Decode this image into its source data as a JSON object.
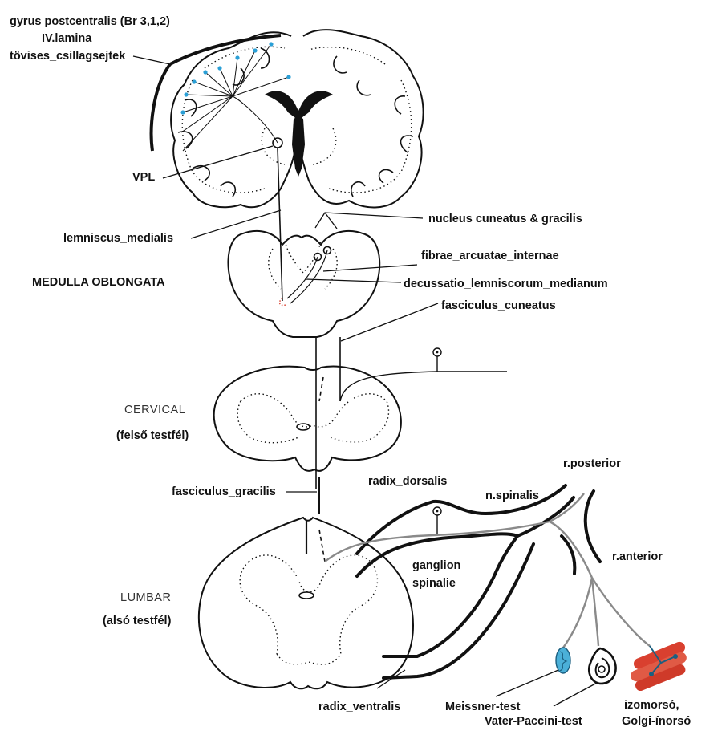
{
  "labels": {
    "gyrus": "gyrus postcentralis (Br 3,1,2)",
    "lamina": "IV.lamina",
    "csillag": "tövises_csillagsejtek",
    "vpl": "VPL",
    "lemniscus": "lemniscus_medialis",
    "nucleus": "nucleus cuneatus & gracilis",
    "fibrae": "fibrae_arcuatae_internae",
    "medulla": "MEDULLA OBLONGATA",
    "decussatio": "decussatio_lemniscorum_medianum",
    "fasc_cuneatus": "fasciculus_cuneatus",
    "cervical": "CERVICAL",
    "felso": "(felső testfél)",
    "fasc_gracilis": "fasciculus_gracilis",
    "radix_dorsalis": "radix_dorsalis",
    "r_posterior": "r.posterior",
    "n_spinalis": "n.spinalis",
    "r_anterior": "r.anterior",
    "ganglion_1": "ganglion",
    "ganglion_2": "spinalie",
    "lumbar": "LUMBAR",
    "also": "(alsó testfél)",
    "radix_ventralis": "radix_ventralis",
    "meissner": "Meissner-test",
    "vater": "Vater-Paccini-test",
    "izom_1": "izomorsó,",
    "izom_2": "Golgi-ínorsó"
  },
  "colors": {
    "ink": "#111111",
    "nerve_gray": "#8a8a8a",
    "cortex_dot": "#2a9fd6",
    "meissner_blue": "#4bb0d8",
    "muscle_red": "#d9402f"
  }
}
